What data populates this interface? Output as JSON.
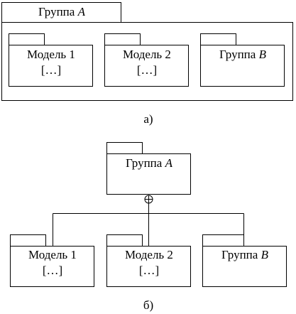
{
  "diagram_a": {
    "container": {
      "label": "Группа",
      "suffix": "A"
    },
    "packages": [
      {
        "label": "Модель 1",
        "detail": "[…]"
      },
      {
        "label": "Модель 2",
        "detail": "[…]"
      },
      {
        "label": "Группа",
        "suffix": "B",
        "detail": ""
      }
    ],
    "caption": "а)"
  },
  "diagram_b": {
    "parent": {
      "label": "Группа",
      "suffix": "A"
    },
    "children": [
      {
        "label": "Модель 1",
        "detail": "[…]"
      },
      {
        "label": "Модель 2",
        "detail": "[…]"
      },
      {
        "label": "Группа",
        "suffix": "B",
        "detail": ""
      }
    ],
    "caption": "б)"
  }
}
